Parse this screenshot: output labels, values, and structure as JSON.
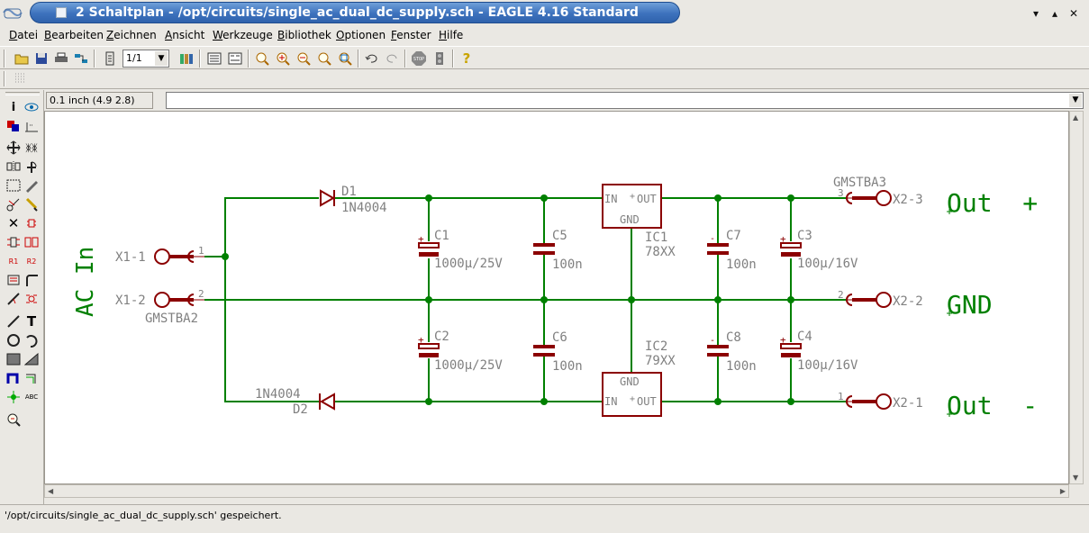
{
  "window": {
    "title": "2 Schaltplan - /opt/circuits/single_ac_dual_dc_supply.sch - EAGLE 4.16 Standard",
    "controls": [
      "▾",
      "▴",
      "✕"
    ]
  },
  "menu": [
    "Datei",
    "Bearbeiten",
    "Zeichnen",
    "Ansicht",
    "Werkzeuge",
    "Bibliothek",
    "Optionen",
    "Fenster",
    "Hilfe"
  ],
  "toolbar": {
    "scale_value": "1/1"
  },
  "coordinates": "0.1 inch (4.9 2.8)",
  "command_input": "",
  "status": "'/opt/circuits/single_ac_dual_dc_supply.sch' gespeichert.",
  "colors": {
    "wire": "#008000",
    "part": "#8b0000",
    "label": "#808080",
    "net_label": "#008000",
    "title_bar": "#3d72bd"
  },
  "schematic": {
    "ac_label": "AC In",
    "input_connector": {
      "name": "GMSTBA2",
      "pins": [
        "X1-1",
        "X1-2"
      ],
      "pin_numbers": [
        "1",
        "2"
      ]
    },
    "output_connector": {
      "name": "GMSTBA3",
      "pins": [
        "X2-3",
        "X2-2",
        "X2-1"
      ],
      "pin_numbers": [
        "3",
        "2",
        "1"
      ]
    },
    "diodes": [
      {
        "name": "D1",
        "value": "1N4004"
      },
      {
        "name": "D2",
        "value": "1N4004"
      }
    ],
    "capacitors": [
      {
        "name": "C1",
        "value": "1000µ/25V"
      },
      {
        "name": "C2",
        "value": "1000µ/25V"
      },
      {
        "name": "C5",
        "value": "100n"
      },
      {
        "name": "C6",
        "value": "100n"
      },
      {
        "name": "C7",
        "value": "100n"
      },
      {
        "name": "C8",
        "value": "100n"
      },
      {
        "name": "C3",
        "value": "100µ/16V"
      },
      {
        "name": "C4",
        "value": "100µ/16V"
      }
    ],
    "regulators": [
      {
        "name": "IC1",
        "value": "78XX",
        "pins": [
          "IN",
          "OUT",
          "GND"
        ]
      },
      {
        "name": "IC2",
        "value": "79XX",
        "pins": [
          "GND",
          "IN",
          "OUT"
        ]
      }
    ],
    "outputs": [
      "Out  +",
      "GND",
      "Out  -"
    ]
  }
}
